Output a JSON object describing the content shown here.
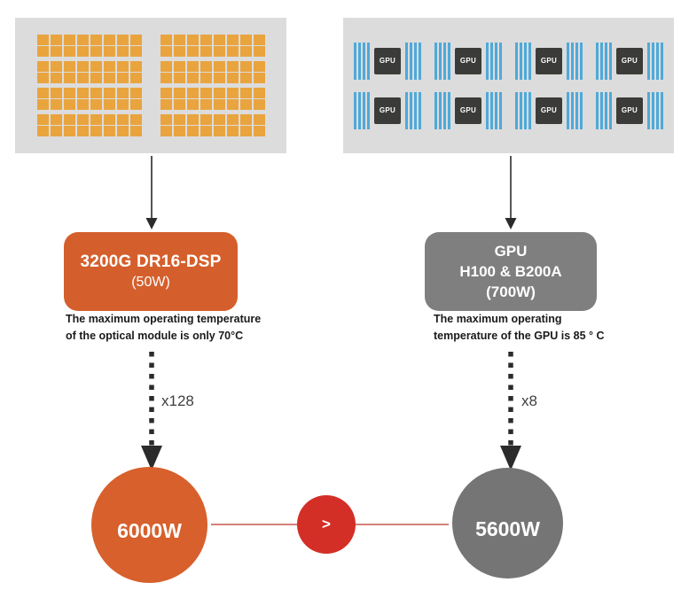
{
  "colors": {
    "panel_bg": "#dcdcdc",
    "module_orange": "#e9a43e",
    "gpu_dark": "#3b3b39",
    "stripe_blue": "#4fa9d9",
    "box_orange": "#d55f2c",
    "box_gray": "#7f7f7f",
    "circle_orange": "#d7602c",
    "circle_gray": "#757575",
    "circle_red": "#d32f27",
    "connector_red": "#c9564f",
    "arrow_dark": "#2b2b2b",
    "text_dark": "#1a1a1a",
    "multiplier_gray": "#3f3f3f"
  },
  "left_panel": {
    "blocks": 2,
    "cols": 8,
    "rows": 8,
    "row_group": 2
  },
  "right_panel": {
    "rows": 2,
    "cols": 4,
    "stripes_per_side": 4,
    "chip_label": "GPU"
  },
  "left_flow": {
    "box_title": "3200G DR16-DSP",
    "box_power": "(50W)",
    "caption": [
      "The maximum operating temperature",
      "of the optical module is only 70°C"
    ],
    "multiplier": "x128",
    "total_power": "6000W"
  },
  "right_flow": {
    "box_title": "GPU",
    "box_subtitle": "H100 & B200A",
    "box_power": "(700W)",
    "caption": [
      "The maximum operating",
      "temperature of the GPU is 85 ° C"
    ],
    "multiplier": "x8",
    "total_power": "5600W"
  },
  "comparison": {
    "operator": ">"
  }
}
